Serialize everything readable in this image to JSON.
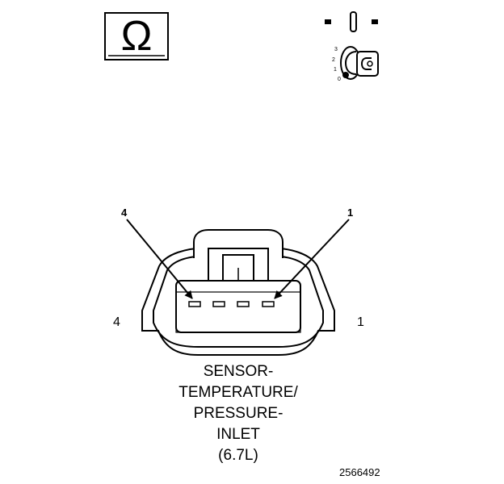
{
  "ohm_meter": {
    "icon": "ohm-symbol-icon",
    "symbol": "Ω"
  },
  "ignition": {
    "icon": "ignition-switch-icon",
    "positions": [
      "3",
      "2",
      "1",
      "0"
    ]
  },
  "connector": {
    "icon": "connector-face-icon",
    "pin_count": 4,
    "callout_left": "4",
    "callout_right": "1",
    "side_left": "4",
    "side_right": "1"
  },
  "caption": {
    "line1": "SENSOR-",
    "line2": "TEMPERATURE/",
    "line3": "PRESSURE-",
    "line4": "INLET",
    "line5": "(6.7L)"
  },
  "figure_number": "2566492"
}
